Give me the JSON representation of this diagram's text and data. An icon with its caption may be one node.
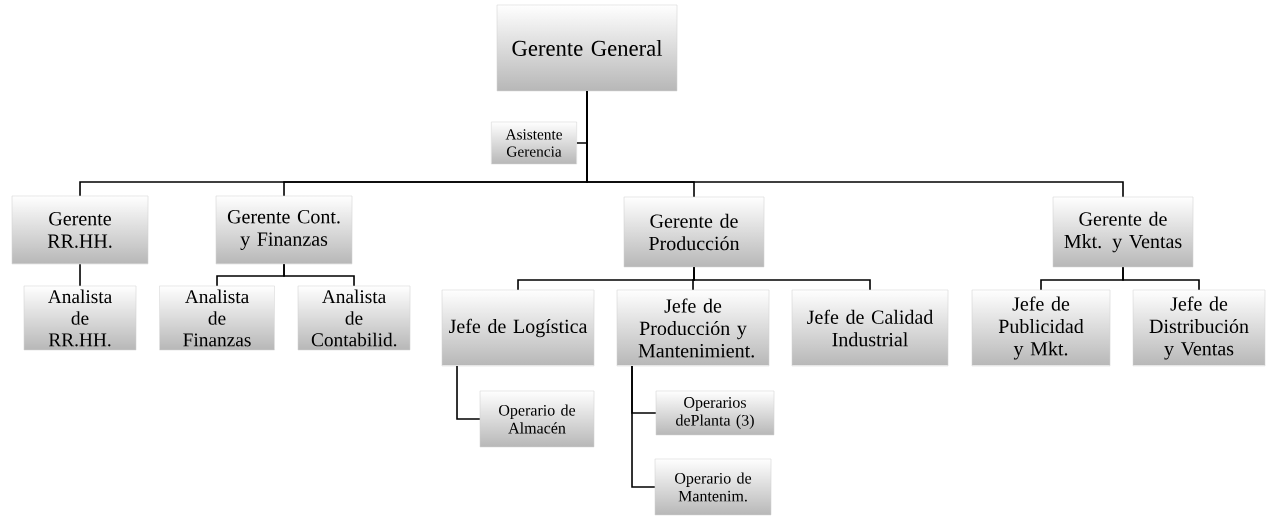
{
  "diagram": {
    "nodes": [
      {
        "text": [
          "Gerente General"
        ]
      },
      {
        "text": [
          "Asistente Gerencia"
        ]
      },
      {
        "text": [
          "Gerente RR.HH."
        ]
      },
      {
        "text": [
          "Gerente Cont. y Finanzas"
        ]
      },
      {
        "text": [
          "Gerente de Producción"
        ]
      },
      {
        "text": [
          "Gerente de Mkt. y Ventas"
        ]
      },
      {
        "text": [
          "Analista de RR.HH."
        ]
      },
      {
        "text": [
          "Analista de Finanzas"
        ]
      },
      {
        "text": [
          "Analista de Contabilid."
        ]
      },
      {
        "text": [
          "Jefe de Logística"
        ]
      },
      {
        "text": [
          "Jefe de Producción y Mantenimient."
        ]
      },
      {
        "text": [
          "Jefe de Calidad Industrial"
        ]
      },
      {
        "text": [
          "Jefe de Publicidad y Mkt."
        ]
      },
      {
        "text": [
          "Jefe de Distribución y Ventas"
        ]
      },
      {
        "text": [
          "Operario de Almacén"
        ]
      },
      {
        "text": [
          "Operarios dePlanta (3)"
        ]
      },
      {
        "text": [
          "Operario de Mantenim."
        ]
      }
    ],
    "edges": [
      {
        "from": 0,
        "to": 1,
        "arrow": "none"
      },
      {
        "from": 0,
        "to": 2,
        "arrow": "none"
      },
      {
        "from": 0,
        "to": 3,
        "arrow": "none"
      },
      {
        "from": 0,
        "to": 4,
        "arrow": "none"
      },
      {
        "from": 0,
        "to": 5,
        "arrow": "none"
      },
      {
        "from": 2,
        "to": 6,
        "arrow": "none"
      },
      {
        "from": 3,
        "to": 7,
        "arrow": "none"
      },
      {
        "from": 3,
        "to": 8,
        "arrow": "none"
      },
      {
        "from": 4,
        "to": 9,
        "arrow": "none"
      },
      {
        "from": 4,
        "to": 10,
        "arrow": "none"
      },
      {
        "from": 4,
        "to": 11,
        "arrow": "none"
      },
      {
        "from": 5,
        "to": 12,
        "arrow": "none"
      },
      {
        "from": 5,
        "to": 13,
        "arrow": "none"
      },
      {
        "from": 9,
        "to": 14,
        "arrow": "none"
      },
      {
        "from": 10,
        "to": 15,
        "arrow": "none"
      },
      {
        "from": 10,
        "to": 16,
        "arrow": "none"
      }
    ]
  }
}
